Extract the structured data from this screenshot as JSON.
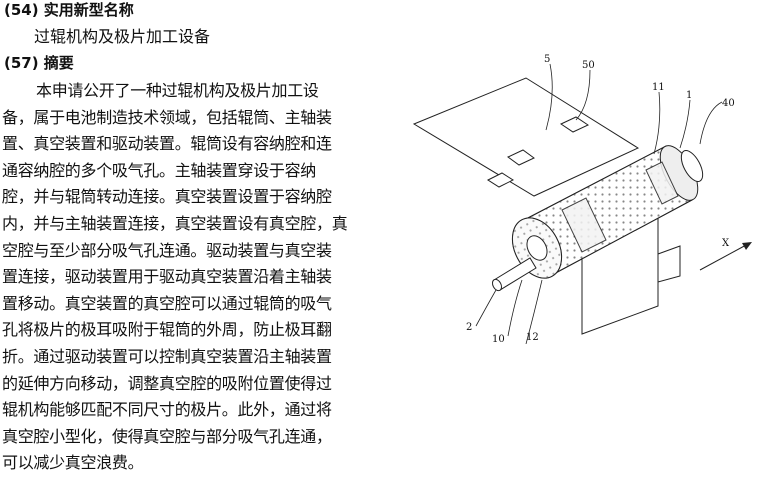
{
  "header_54": "(54) 实用新型名称",
  "title": "过辊机构及极片加工设备",
  "header_57": "(57) 摘要",
  "abstract_lines": [
    "本申请公开了一种过辊机构及极片加工设",
    "备，属于电池制造技术领域，包括辊筒、主轴装",
    "置、真空装置和驱动装置。辊筒设有容纳腔和连",
    "通容纳腔的多个吸气孔。主轴装置穿设于容纳",
    "腔，并与辊筒转动连接。真空装置设置于容纳腔",
    "内，并与主轴装置连接，真空装置设有真空腔，真",
    "空腔与至少部分吸气孔连通。驱动装置与真空装",
    "置连接，驱动装置用于驱动真空装置沿着主轴装",
    "置移动。真空装置的真空腔可以通过辊筒的吸气",
    "孔将极片的极耳吸附于辊筒的外周，防止极耳翻",
    "折。通过驱动装置可以控制真空装置沿主轴装置",
    "的延伸方向移动，调整真空腔的吸附位置使得过",
    "辊机构能够匹配不同尺寸的极片。此外，通过将",
    "真空腔小型化，使得真空腔与部分吸气孔连通，",
    "可以减少真空浪费。"
  ],
  "figure_labels": {
    "l5": "5",
    "l50": "50",
    "l11": "11",
    "l1": "1",
    "l40": "40",
    "lx": "X",
    "l2": "2",
    "l10": "10",
    "l12": "12"
  }
}
